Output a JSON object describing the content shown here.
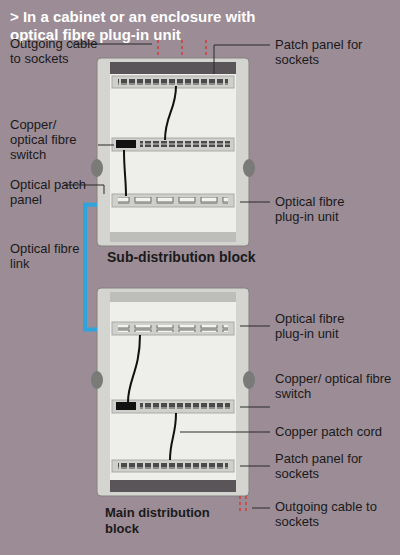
{
  "diagram": {
    "title": "> In a cabinet or an enclosure with optical fibre plug-in unit",
    "nodes": [
      {
        "text": [
          "Sub-distribution block"
        ]
      },
      {
        "text": [
          "Main distribution block"
        ]
      }
    ],
    "edges": [
      {
        "from": 0,
        "to": 1,
        "arrow": "none",
        "label": "Optical fibre link"
      }
    ],
    "labels": [
      "Outgoing cable to sockets",
      "Patch panel for sockets",
      "Copper/ optical fibre switch",
      "Optical patch panel",
      "Optical fibre plug-in unit",
      "Optical fibre plug-in unit",
      "Copper/ optical fibre switch",
      "Copper patch cord",
      "Patch panel for sockets",
      "Outgoing cable to sockets"
    ]
  }
}
